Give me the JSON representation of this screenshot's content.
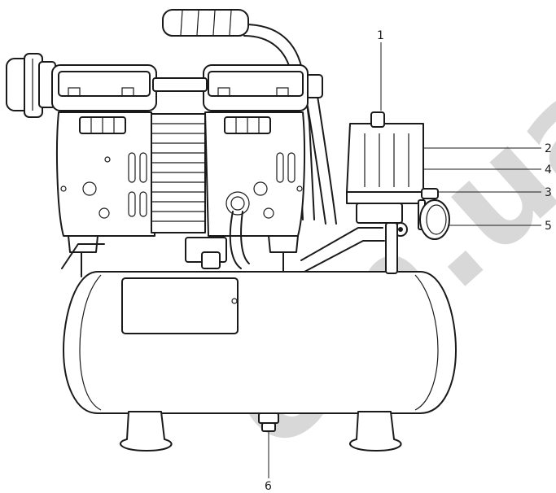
{
  "watermark": "om.ua",
  "callouts": [
    {
      "id": "1",
      "label": "1"
    },
    {
      "id": "2",
      "label": "2"
    },
    {
      "id": "4",
      "label": "4"
    },
    {
      "id": "3",
      "label": "3"
    },
    {
      "id": "5",
      "label": "5"
    },
    {
      "id": "6",
      "label": "6"
    }
  ],
  "colors": {
    "line": "#1a1a1a",
    "watermark": "#d8d8d8",
    "background": "#ffffff"
  }
}
